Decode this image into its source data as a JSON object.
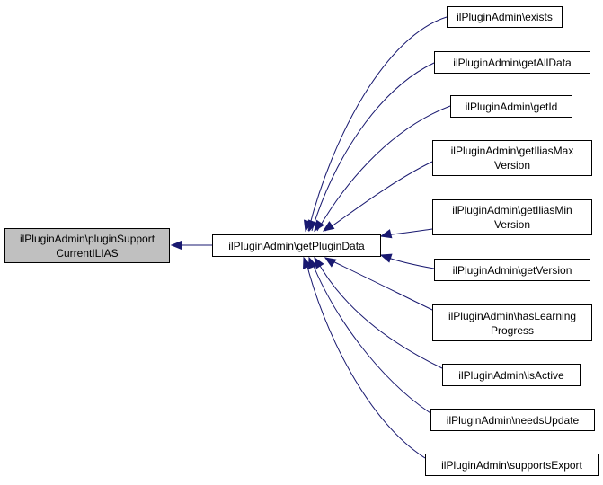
{
  "graph": {
    "root": {
      "line1": "ilPluginAdmin\\pluginSupport",
      "line2": "CurrentILIAS"
    },
    "center": {
      "label": "ilPluginAdmin\\getPluginData"
    },
    "callees": [
      {
        "line1": "ilPluginAdmin\\exists",
        "line2": ""
      },
      {
        "line1": "ilPluginAdmin\\getAllData",
        "line2": ""
      },
      {
        "line1": "ilPluginAdmin\\getId",
        "line2": ""
      },
      {
        "line1": "ilPluginAdmin\\getIliasMax",
        "line2": "Version"
      },
      {
        "line1": "ilPluginAdmin\\getIliasMin",
        "line2": "Version"
      },
      {
        "line1": "ilPluginAdmin\\getVersion",
        "line2": ""
      },
      {
        "line1": "ilPluginAdmin\\hasLearning",
        "line2": "Progress"
      },
      {
        "line1": "ilPluginAdmin\\isActive",
        "line2": ""
      },
      {
        "line1": "ilPluginAdmin\\needsUpdate",
        "line2": ""
      },
      {
        "line1": "ilPluginAdmin\\supportsExport",
        "line2": ""
      }
    ],
    "edge_color": "#191970"
  }
}
